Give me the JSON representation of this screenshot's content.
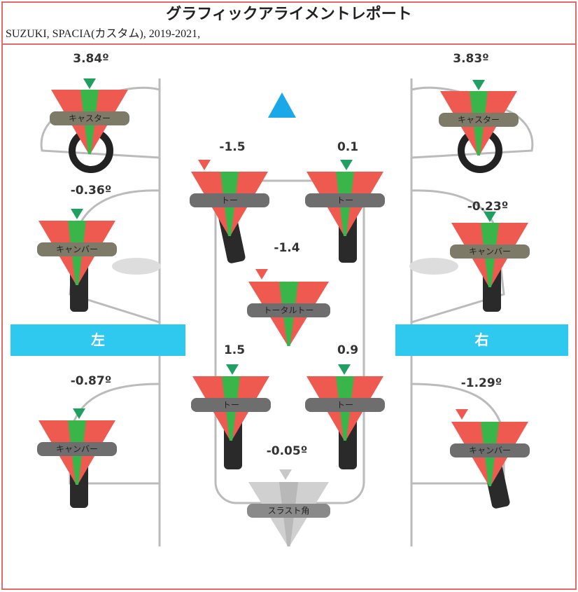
{
  "header": {
    "title": "グラフィックアライメントレポート",
    "vehicle": "SUZUKI, SPACIA(カスタム), 2019-2021,"
  },
  "sides": {
    "left": "左",
    "right": "右"
  },
  "colors": {
    "ok": "#1fa060",
    "out": "#ef5a50",
    "range_red": "#ef5a50",
    "range_green": "#3ab54a",
    "banner": "#2fc8ef"
  },
  "gauges": {
    "left_caster": {
      "label": "キャスター",
      "value": "3.84º",
      "status": "ok"
    },
    "right_caster": {
      "label": "キャスター",
      "value": "3.83º",
      "status": "ok"
    },
    "left_front_camber": {
      "label": "キャンバー",
      "value": "-0.36º",
      "status": "ok"
    },
    "right_front_camber": {
      "label": "キャンバー",
      "value": "-0.23º",
      "status": "ok"
    },
    "front_left_toe": {
      "label": "トー",
      "value": "-1.5",
      "status": "out"
    },
    "front_right_toe": {
      "label": "トー",
      "value": "0.1",
      "status": "ok"
    },
    "total_toe": {
      "label": "トータルトー",
      "value": "-1.4",
      "status": "out"
    },
    "rear_left_toe": {
      "label": "トー",
      "value": "1.5",
      "status": "ok"
    },
    "rear_right_toe": {
      "label": "トー",
      "value": "0.9",
      "status": "ok"
    },
    "left_rear_camber": {
      "label": "キャンバー",
      "value": "-0.87º",
      "status": "ok"
    },
    "right_rear_camber": {
      "label": "キャンバー",
      "value": "-1.29º",
      "status": "out"
    },
    "thrust_angle": {
      "label": "スラスト角",
      "value": "-0.05º",
      "status": "neutral"
    }
  }
}
